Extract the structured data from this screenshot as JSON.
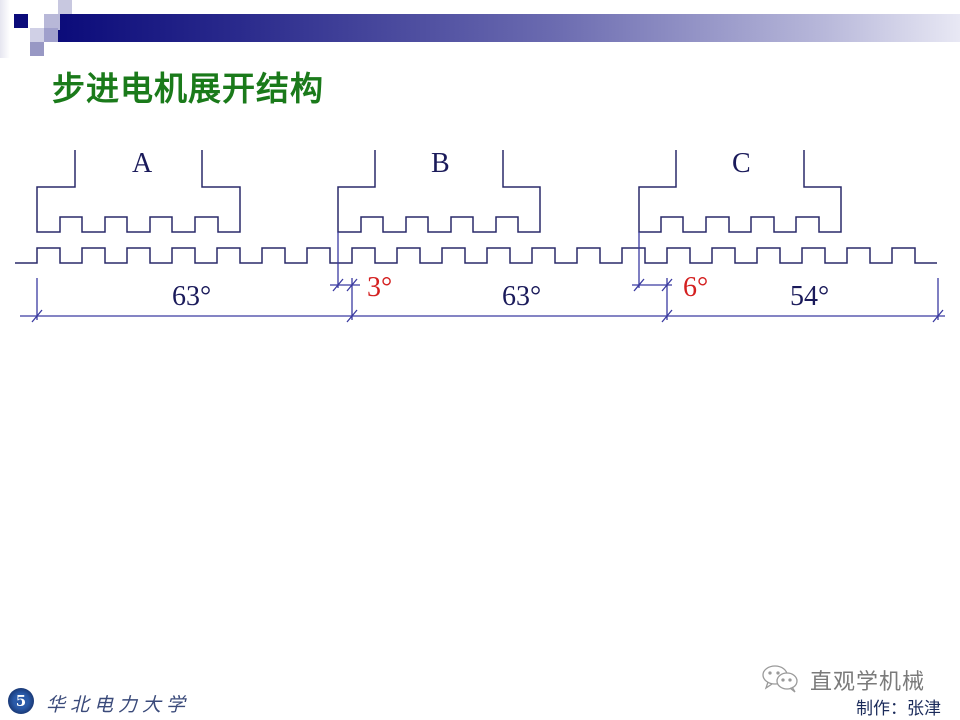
{
  "slide": {
    "title": "步进电机展开结构",
    "colors": {
      "title": "#1a7a1a",
      "lines": "#2a2a6a",
      "dimension": "#3a3aa0",
      "highlight_red": "#d42020",
      "header_bar_start": "#0b0b7a",
      "header_bar_end": "#e8e8f4"
    }
  },
  "diagram": {
    "phases": [
      {
        "label": "A"
      },
      {
        "label": "B"
      },
      {
        "label": "C"
      }
    ],
    "dimensions": {
      "a_span": "63°",
      "offset_b": "3°",
      "b_span": "63°",
      "offset_c": "6°",
      "c_span": "54°"
    }
  },
  "footer": {
    "logo_glyph": "5",
    "school_name": "华北电力大学",
    "watermark": "直观学机械",
    "watermark_icon": "wechat-icon",
    "credit": "制作：张津"
  }
}
